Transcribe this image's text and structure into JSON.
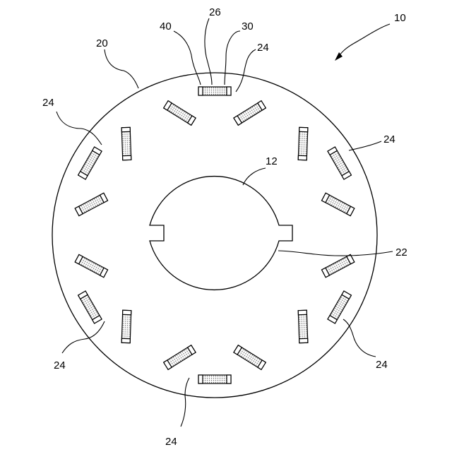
{
  "labels": {
    "device": "10",
    "shaft_hole": "12",
    "core": "20",
    "key_notch": "22",
    "slot": "24",
    "magnet": "26",
    "fill": "30",
    "holder_end": "40"
  }
}
